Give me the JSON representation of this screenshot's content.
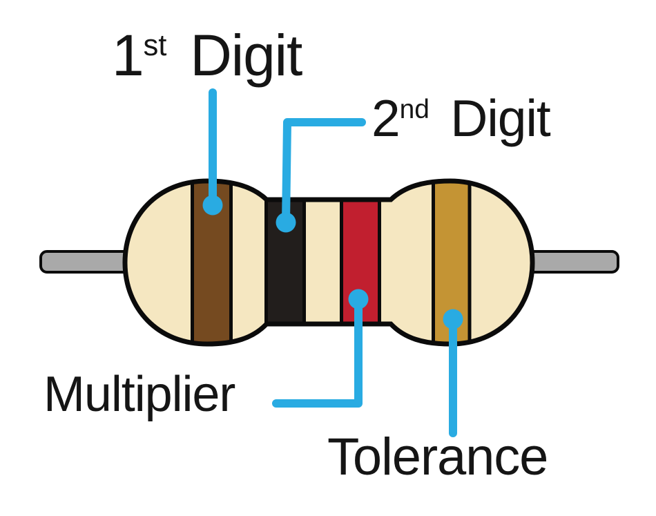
{
  "page": {
    "background": "#FFFFFF"
  },
  "diagram": {
    "pointer_color": "#29ABE2",
    "text_color": "#151515",
    "labels": {
      "first_digit": {
        "number": "1",
        "ordinal": "st",
        "word": "Digit"
      },
      "second_digit": {
        "number": "2",
        "ordinal": "nd",
        "word": "Digit"
      },
      "multiplier": {
        "word": "Multiplier"
      },
      "tolerance": {
        "word": "Tolerance"
      }
    },
    "resistor": {
      "body_color": "#F5E7C1",
      "outline_color": "#0B0B0B",
      "lead_color": "#A9A9A9",
      "bands": [
        {
          "role": "1st digit",
          "color_name": "brown",
          "color": "#754A20"
        },
        {
          "role": "2nd digit",
          "color_name": "black",
          "color": "#221E1C"
        },
        {
          "role": "multiplier",
          "color_name": "red",
          "color": "#C11F2F"
        },
        {
          "role": "tolerance",
          "color_name": "gold",
          "color": "#C49434"
        }
      ]
    }
  }
}
